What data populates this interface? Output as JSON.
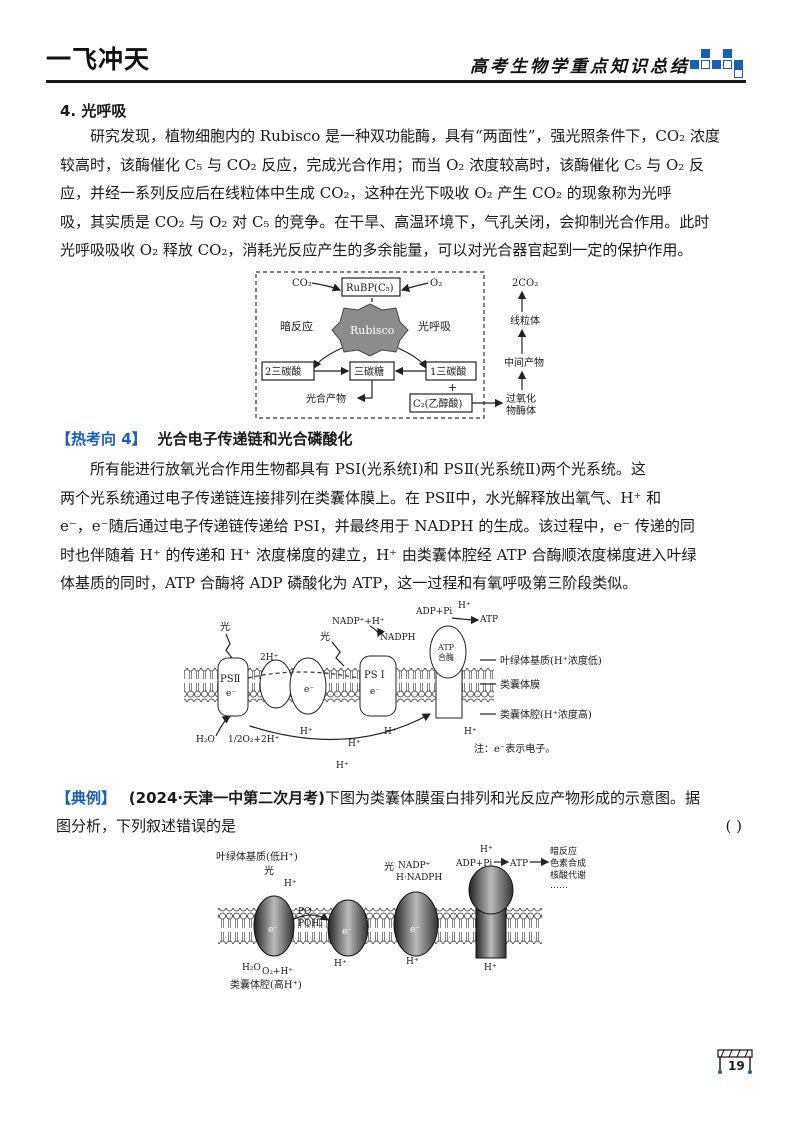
{
  "header": {
    "brand_main": "一飞冲天",
    "title": "高考生物学重点知识总结"
  },
  "section4": {
    "heading": "4. 光呼吸",
    "lines": [
      "研究发现，植物细胞内的 Rubisco 是一种双功能酶，具有“两面性”，强光照条件下，CO₂ 浓度",
      "较高时，该酶催化 C₅ 与 CO₂ 反应，完成光合作用；而当 O₂ 浓度较高时，该酶催化 C₅ 与 O₂ 反",
      "应，并经一系列反应后在线粒体中生成 CO₂，这种在光下吸收 O₂ 产生 CO₂ 的现象称为光呼",
      "吸，其实质是 CO₂ 与 O₂ 对 C₅ 的竞争。在干旱、高温环境下，气孔关闭，会抑制光合作用。此时",
      "光呼吸吸收 O₂ 释放 CO₂，消耗光反应产生的多余能量，可以对光合器官起到一定的保护作用。"
    ]
  },
  "fig1": {
    "co2": "CO₂",
    "rubp": "RuBP(C₅)",
    "o2": "O₂",
    "dark": "暗反应",
    "rubisco": "Rubisco",
    "photoresp": "光呼吸",
    "c3_2": "2三碳酸",
    "c3_sugar": "三碳糖",
    "c3_1": "1三碳酸",
    "plus": "+",
    "product": "光合产物",
    "c2": "C₂(乙醇酸)",
    "out_2co2": "2CO₂",
    "mito": "线粒体",
    "intermediate": "中间产物",
    "peroxi_1": "过氧化",
    "peroxi_2": "物酶体"
  },
  "hot4": {
    "tag": "【热考向 4】",
    "title": "光合电子传递链和光合磷酸化",
    "lines": [
      "所有能进行放氧光合作用生物都具有 PSⅠ(光系统Ⅰ)和 PSⅡ(光系统Ⅱ)两个光系统。这",
      "两个光系统通过电子传递链连接排列在类囊体膜上。在 PSⅡ中，水光解释放出氧气、H⁺ 和",
      "e⁻，e⁻随后通过电子传递链传递给 PSⅠ，并最终用于 NADPH 的生成。该过程中，e⁻ 传递的同",
      "时也伴随着 H⁺ 的传递和 H⁺ 浓度梯度的建立，H⁺ 由类囊体腔经 ATP 合酶顺浓度梯度进入叶绿",
      "体基质的同时，ATP 合酶将 ADP 磷酸化为 ATP，这一过程和有氧呼吸第三阶段类似。"
    ]
  },
  "fig2": {
    "light1": "光",
    "h2_top": "2H⁺",
    "nadp": "NADP⁺+H⁺",
    "light2": "光",
    "nadph": "NADPH",
    "adp": "ADP+Pi",
    "h_top": "H⁺",
    "atp": "ATP",
    "psii": "PSⅡ",
    "psi": "PS Ⅰ",
    "e1": "e⁻",
    "e2": "e⁻",
    "e3": "e⁻",
    "atp_synth_1": "ATP",
    "atp_synth_2": "合酶",
    "stroma": "叶绿体基质(H⁺浓度低)",
    "membrane": "类囊体膜",
    "lumen": "类囊体腔(H⁺浓度高)",
    "h2o": "H₂O",
    "o2": "1/2O₂+2H⁺",
    "h_a": "H⁺",
    "h_b": "H⁺",
    "h_c": "H⁺",
    "h_d": "H⁺",
    "h_e": "H⁺",
    "note": "注：e⁻表示电子。"
  },
  "example": {
    "tag": "【典例】",
    "source": "(2024·天津一中第二次月考)",
    "line1": "下图为类囊体膜蛋白排列和光反应产物形成的示意图。据",
    "line2": "图分析，下列叙述错误的是",
    "bracket": "(      )"
  },
  "fig3": {
    "stroma": "叶绿体基质(低H⁺)",
    "light1": "光",
    "h1": "H⁺",
    "light2": "光",
    "nadp": "NADP⁺",
    "h_nadph": "H·NADPH",
    "adp": "ADP+Pi",
    "h_top": "H⁺",
    "atp": "ATP",
    "use1": "暗反应",
    "use2": "色素合成",
    "use3": "核酸代谢",
    "use4": "……",
    "pq": "PQ",
    "pqh2": "PQH₂",
    "e1": "e⁻",
    "e2": "e⁻",
    "e3": "e⁻",
    "h2o": "H₂O",
    "o2": "O₂+H⁺",
    "h_a": "H⁺",
    "h_b": "H⁺",
    "h_c": "H⁺",
    "lumen": "类囊体腔(高H⁺)"
  },
  "page_number": "19",
  "colors": {
    "accent": "#1a5fb4",
    "text": "#1a1a1a"
  }
}
